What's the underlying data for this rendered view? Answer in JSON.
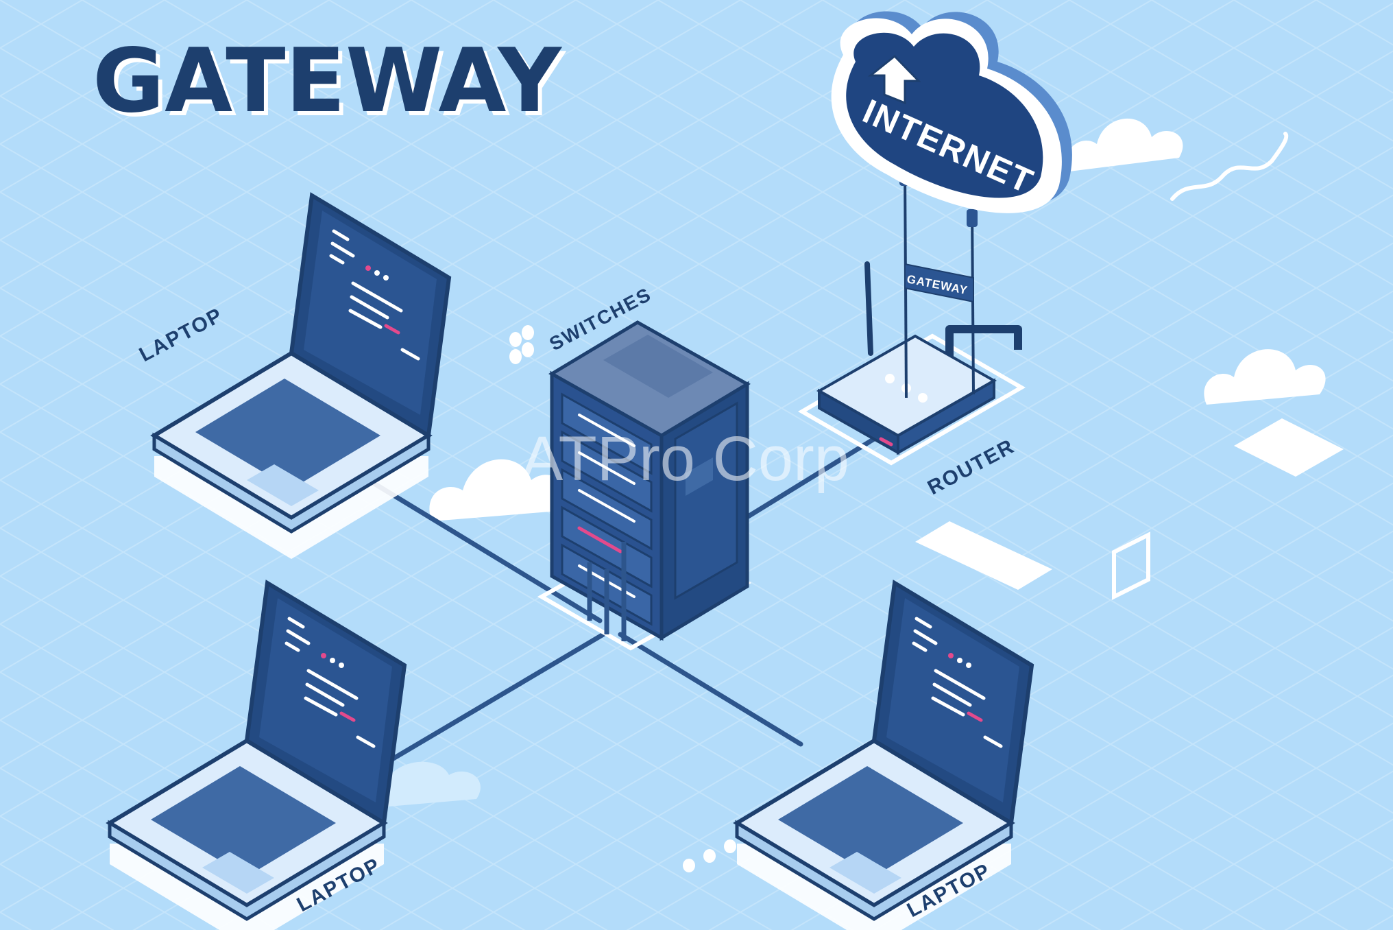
{
  "diagram": {
    "title": "GATEWAY",
    "cloud_label": "INTERNET",
    "gateway_tag": "GATEWAY",
    "switch_label": "SWITCHES",
    "router_label": "ROUTER",
    "laptop_labels": [
      "LAPTOP",
      "LAPTOP",
      "LAPTOP"
    ],
    "watermark": "ATPro Corp"
  },
  "colors": {
    "background": "#b3dcfa",
    "navy": "#1d3f6e",
    "device_dark": "#284e85",
    "device_light": "#dcecfc",
    "accent_pink": "#e44a8c",
    "cloud_white": "#ffffff"
  }
}
